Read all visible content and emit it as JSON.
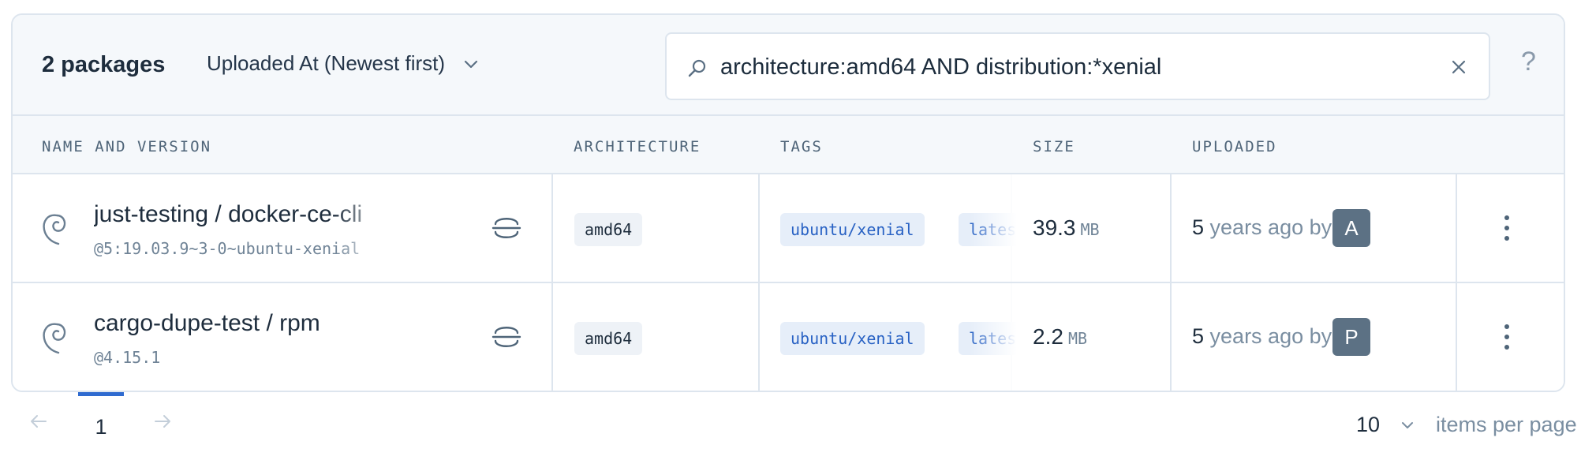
{
  "toolbar": {
    "count": "2 packages",
    "sort_label": "Uploaded At (Newest first)",
    "search_query": "architecture:amd64 AND distribution:*xenial",
    "help": "?"
  },
  "columns": {
    "name": "NAME AND VERSION",
    "architecture": "ARCHITECTURE",
    "tags": "TAGS",
    "size": "SIZE",
    "uploaded": "UPLOADED"
  },
  "rows": [
    {
      "name": "just-testing / docker-ce-cli",
      "version": "@5:19.03.9~3-0~ubuntu-xenial",
      "architecture": "amd64",
      "tags": [
        "ubuntu/xenial",
        "latest"
      ],
      "size_value": "39.3",
      "size_unit": "MB",
      "uploaded_num": "5",
      "uploaded_text": " years ago by",
      "avatar": "A"
    },
    {
      "name": "cargo-dupe-test / rpm",
      "version": "@4.15.1",
      "architecture": "amd64",
      "tags": [
        "ubuntu/xenial",
        "latest"
      ],
      "size_value": "2.2",
      "size_unit": "MB",
      "uploaded_num": "5",
      "uploaded_text": " years ago by",
      "avatar": "P"
    }
  ],
  "pagination": {
    "current_page": "1",
    "per_page": "10",
    "per_page_label": "items per page"
  },
  "colors": {
    "accent": "#2f6bd0",
    "tag_text": "#2962c4",
    "avatar_bg": "#5c7184"
  },
  "icons": {
    "search": "search-icon",
    "clear": "close-icon",
    "debian": "debian-swirl-icon",
    "format": "package-format-icon",
    "menu": "kebab-menu-icon"
  }
}
